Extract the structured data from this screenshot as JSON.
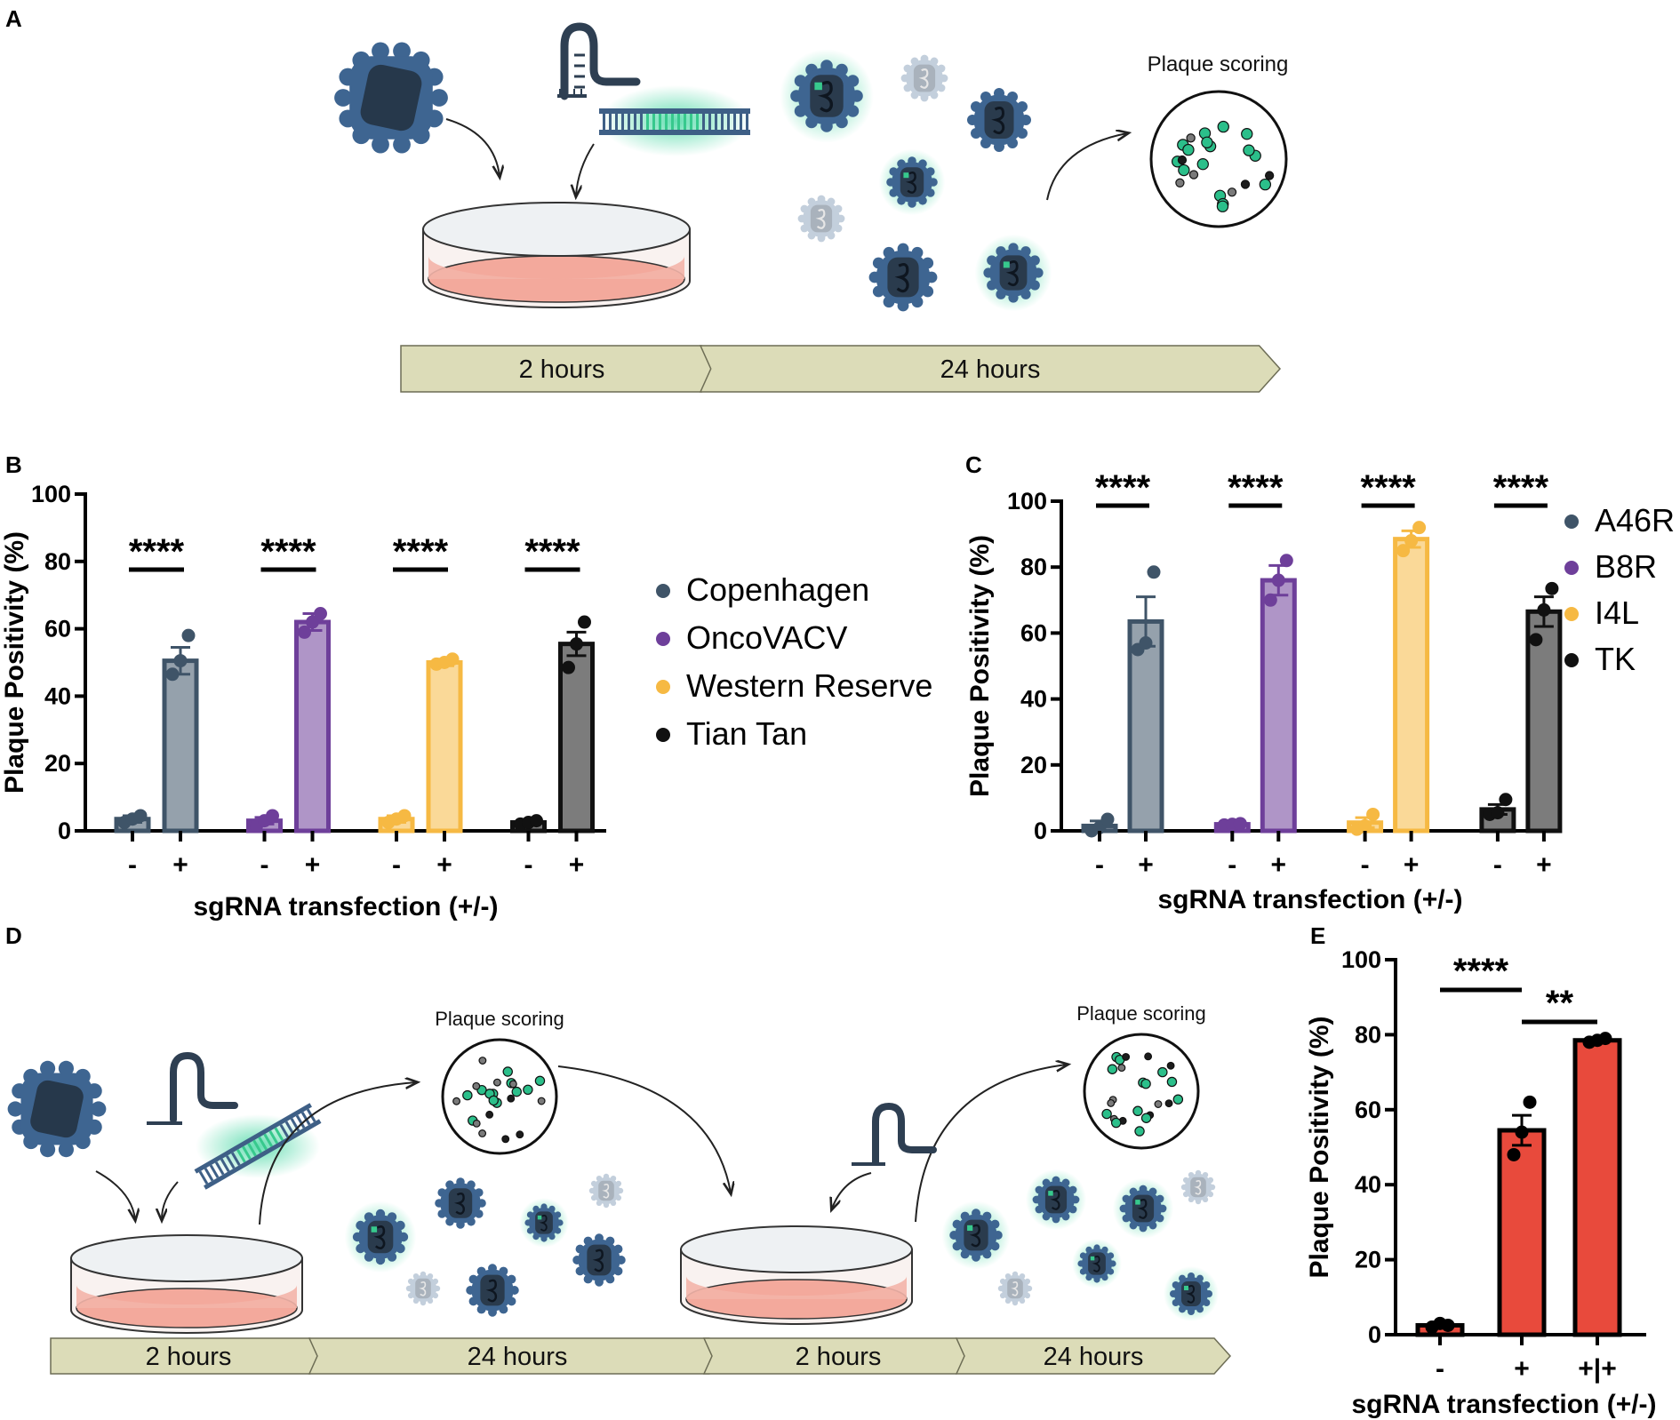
{
  "panel_labels": {
    "a": "A",
    "b": "B",
    "c": "C",
    "d": "D",
    "e": "E"
  },
  "panel_a": {
    "plaque_title": "Plaque scoring",
    "timeline": [
      "2 hours",
      "24 hours"
    ]
  },
  "panel_d": {
    "plaque_title_1": "Plaque scoring",
    "plaque_title_2": "Plaque scoring",
    "timeline": [
      "2 hours",
      "24 hours",
      "2 hours",
      "24 hours"
    ]
  },
  "colors": {
    "copenhagen": "#3f5468",
    "oncovacv": "#6e3f9a",
    "western_reserve": "#f6b943",
    "tian_tan": "#111111",
    "panel_e": "#e84a3c",
    "bar_outline": "#000000"
  },
  "chart_data": [
    {
      "id": "B",
      "type": "bar",
      "ylabel": "Plaque Positivity (%)",
      "xlabel": "sgRNA transfection (+/-)",
      "ylim": [
        0,
        100
      ],
      "yticks": [
        "0",
        "20",
        "40",
        "60",
        "80",
        "100"
      ],
      "categories": [
        "-",
        "+"
      ],
      "significance": [
        "****",
        "****",
        "****",
        "****"
      ],
      "legend_position": "right",
      "series": [
        {
          "name": "Copenhagen",
          "color": "#3f5468",
          "values": [
            3.5,
            50.5
          ],
          "errors": [
            1.0,
            4.0
          ],
          "points": [
            [
              2.5,
              3.5,
              4.5
            ],
            [
              46.5,
              50.5,
              58
            ]
          ]
        },
        {
          "name": "OncoVACV",
          "color": "#6e3f9a",
          "values": [
            3,
            62
          ],
          "errors": [
            1.0,
            2.5
          ],
          "points": [
            [
              1.5,
              3,
              4.5
            ],
            [
              59,
              62,
              64.5
            ]
          ]
        },
        {
          "name": "Western Reserve",
          "color": "#f6b943",
          "values": [
            3.5,
            50
          ],
          "errors": [
            1.0,
            1.0
          ],
          "points": [
            [
              2.5,
              3.5,
              4.5
            ],
            [
              49.5,
              50,
              51
            ]
          ]
        },
        {
          "name": "Tian Tan",
          "color": "#111111",
          "values": [
            2.5,
            55.5
          ],
          "errors": [
            0.5,
            3.5
          ],
          "points": [
            [
              2,
              2.5,
              3
            ],
            [
              48.5,
              55.5,
              62
            ]
          ]
        }
      ]
    },
    {
      "id": "C",
      "type": "bar",
      "ylabel": "Plaque Positivity (%)",
      "xlabel": "sgRNA transfection (+/-)",
      "ylim": [
        0,
        100
      ],
      "yticks": [
        "0",
        "20",
        "40",
        "60",
        "80",
        "100"
      ],
      "categories": [
        "-",
        "+"
      ],
      "significance": [
        "****",
        "****",
        "****",
        "****"
      ],
      "legend_position": "top-right",
      "series": [
        {
          "name": "A46R",
          "color": "#3f5468",
          "values": [
            1.5,
            63.5
          ],
          "errors": [
            1.5,
            7.5
          ],
          "points": [
            [
              0,
              1,
              3.5
            ],
            [
              55,
              57,
              78.5
            ]
          ]
        },
        {
          "name": "B8R",
          "color": "#6e3f9a",
          "values": [
            2,
            76
          ],
          "errors": [
            0.3,
            4.5
          ],
          "points": [
            [
              1.8,
              2,
              2.2
            ],
            [
              70,
              76,
              82
            ]
          ]
        },
        {
          "name": "I4L",
          "color": "#f6b943",
          "values": [
            2.5,
            88.5
          ],
          "errors": [
            1.5,
            2.5
          ],
          "points": [
            [
              0.5,
              1.5,
              5
            ],
            [
              85,
              88,
              92
            ]
          ]
        },
        {
          "name": "TK",
          "color": "#111111",
          "values": [
            6.5,
            66.5
          ],
          "errors": [
            1.5,
            4.5
          ],
          "points": [
            [
              5,
              5.5,
              9.5
            ],
            [
              58,
              67,
              73.5
            ]
          ]
        }
      ]
    },
    {
      "id": "E",
      "type": "bar",
      "ylabel": "Plaque Positivity (%)",
      "xlabel": "sgRNA transfection (+/-)",
      "ylim": [
        0,
        100
      ],
      "yticks": [
        "0",
        "20",
        "40",
        "60",
        "80",
        "100"
      ],
      "categories": [
        "-",
        "+",
        "+|+"
      ],
      "color": "#e84a3c",
      "values": [
        2.5,
        54.5,
        78.5
      ],
      "errors": [
        0.5,
        4,
        0.3
      ],
      "points": [
        [
          2,
          3,
          2.5
        ],
        [
          48,
          54,
          62
        ],
        [
          78,
          78.5,
          79
        ]
      ],
      "significance": [
        {
          "from": 0,
          "to": 1,
          "label": "****"
        },
        {
          "from": 1,
          "to": 2,
          "label": "**"
        }
      ]
    }
  ]
}
